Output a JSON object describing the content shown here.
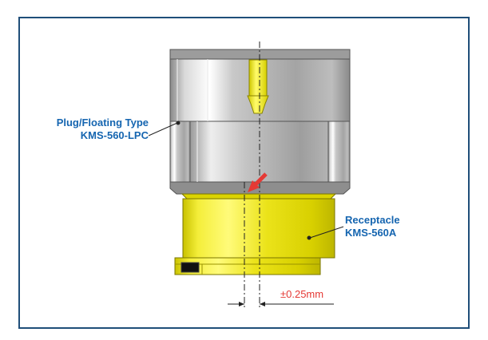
{
  "labels": {
    "plug": {
      "line1": "Plug/Floating Type",
      "line2": "KMS-560-LPC"
    },
    "receptacle": {
      "line1": "Receptacle",
      "line2": "KMS-560A"
    },
    "tolerance": "±0.25mm"
  },
  "colors": {
    "frame": "#1f4e79",
    "label_text": "#1565b0",
    "tolerance_text": "#e53935",
    "plug_body": "#a9a9a9",
    "receptacle_body": "#e8e100",
    "arrow": "#e53935"
  }
}
